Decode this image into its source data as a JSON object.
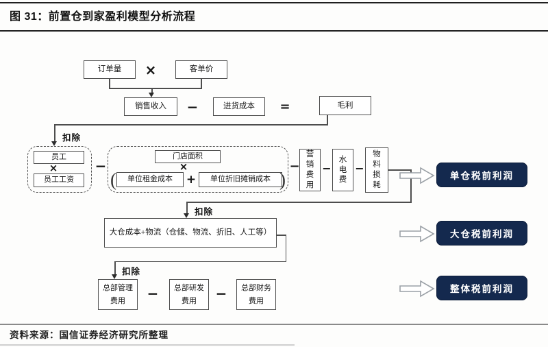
{
  "header": {
    "title": "图 31：前置仓到家盈利模型分析流程"
  },
  "footer": {
    "source": "资料来源：国信证券经济研究所整理"
  },
  "colors": {
    "navy_box": "#14294e",
    "line": "#4d4d4d",
    "block_arrow_outline": "#9aa0a6"
  },
  "labels": {
    "deduct": "扣除"
  },
  "operators": {
    "multiply": "×",
    "minus": "−",
    "equals": "=",
    "plus": "+",
    "paren_open": "(",
    "paren_close": ")"
  },
  "nodes": {
    "order_volume": "订单量",
    "avg_order_price": "客单价",
    "sales_revenue": "销售收入",
    "purchase_cost": "进货成本",
    "gross_profit": "毛利",
    "staff": "员工",
    "staff_wage": "员工工资",
    "store_area": "门店面积",
    "unit_rent_cost": "单位租金成本",
    "unit_depreciation_cost": "单位折旧摊销成本",
    "marketing_expense": "营销费用",
    "utility_expense": "水电费",
    "material_loss": "物料损耗",
    "big_warehouse_cost": "大仓成本+物流（仓储、物流、折旧、人工等）",
    "hq_admin_expense": "总部管理费用",
    "hq_rd_expense": "总部研发费用",
    "hq_finance_expense": "总部财务费用"
  },
  "results": [
    "单仓税前利润",
    "大仓税前利润",
    "整体税前利润"
  ]
}
